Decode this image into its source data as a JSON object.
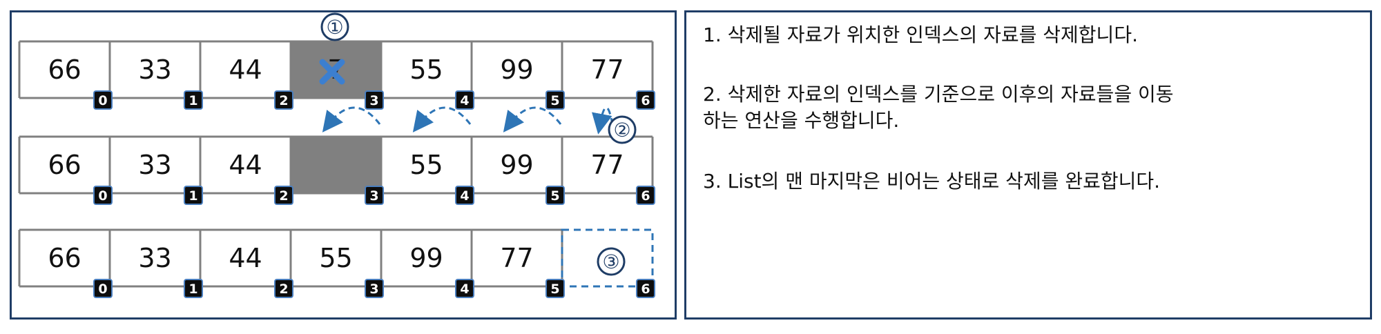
{
  "rows": [
    {
      "cells": [
        "66",
        "33",
        "44",
        "7",
        "55",
        "99",
        "77"
      ],
      "indices": [
        "0",
        "1",
        "2",
        "3",
        "4",
        "5",
        "6"
      ]
    },
    {
      "cells": [
        "66",
        "33",
        "44",
        "",
        "55",
        "99",
        "77"
      ],
      "indices": [
        "0",
        "1",
        "2",
        "3",
        "4",
        "5",
        "6"
      ]
    },
    {
      "cells": [
        "66",
        "33",
        "44",
        "55",
        "99",
        "77",
        ""
      ],
      "indices": [
        "0",
        "1",
        "2",
        "3",
        "4",
        "5",
        "6"
      ]
    }
  ],
  "markers": [
    "①",
    "②",
    "③"
  ],
  "deleted_marker_icon": "cross-icon",
  "colors": {
    "border": "#1f3d66",
    "cell_line": "#808080",
    "deleted_fill": "#808080",
    "index_badge": "#0d0d0d",
    "index_badge_border": "#4a7fc0",
    "arrow": "#2e75b6",
    "cross": "#3c7fd0"
  },
  "description": {
    "step1": "1.  삭제될 자료가 위치한 인덱스의 자료를 삭제합니다.",
    "step2_line1": "2. 삭제한 자료의 인덱스를 기준으로 이후의 자료들을 이동",
    "step2_line2": "하는 연산을 수행합니다.",
    "step3": "3. List의 맨 마지막은 비어는 상태로 삭제를 완료합니다."
  }
}
